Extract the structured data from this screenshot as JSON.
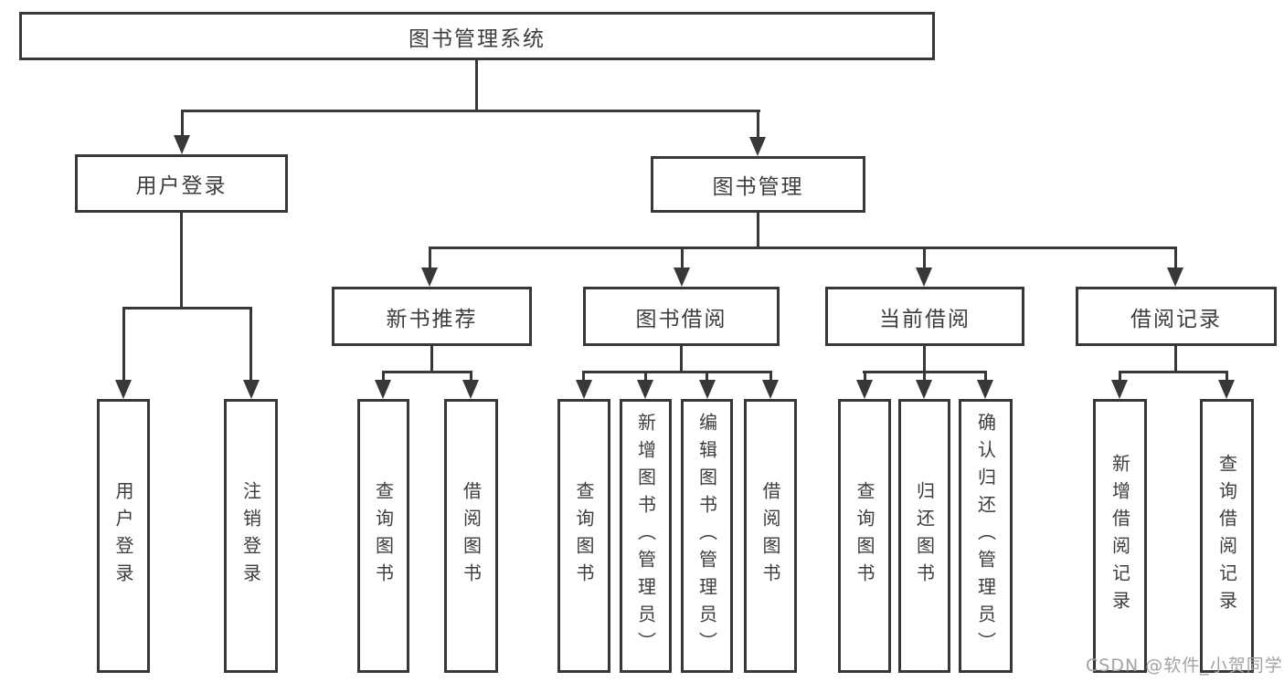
{
  "diagram_type": "hierarchy-tree",
  "colors": {
    "line": "#383838",
    "box_border": "#383838",
    "text": "#3d3d3d",
    "background": "#ffffff",
    "watermark": "#a3a3a3"
  },
  "tree": {
    "label": "图书管理系统",
    "children": [
      {
        "label": "用户登录",
        "children": [
          {
            "label": "用户登录"
          },
          {
            "label": "注销登录"
          }
        ]
      },
      {
        "label": "图书管理",
        "children": [
          {
            "label": "新书推荐",
            "children": [
              {
                "label": "查询图书"
              },
              {
                "label": "借阅图书"
              }
            ]
          },
          {
            "label": "图书借阅",
            "children": [
              {
                "label": "查询图书"
              },
              {
                "label": "新增图书（管理员）"
              },
              {
                "label": "编辑图书（管理员）"
              },
              {
                "label": "借阅图书"
              }
            ]
          },
          {
            "label": "当前借阅",
            "children": [
              {
                "label": "查询图书"
              },
              {
                "label": "归还图书"
              },
              {
                "label": "确认归还（管理员）"
              }
            ]
          },
          {
            "label": "借阅记录",
            "children": [
              {
                "label": "新增借阅记录"
              },
              {
                "label": "查询借阅记录"
              }
            ]
          }
        ]
      }
    ]
  },
  "watermark": "CSDN @软件_小贺同学"
}
